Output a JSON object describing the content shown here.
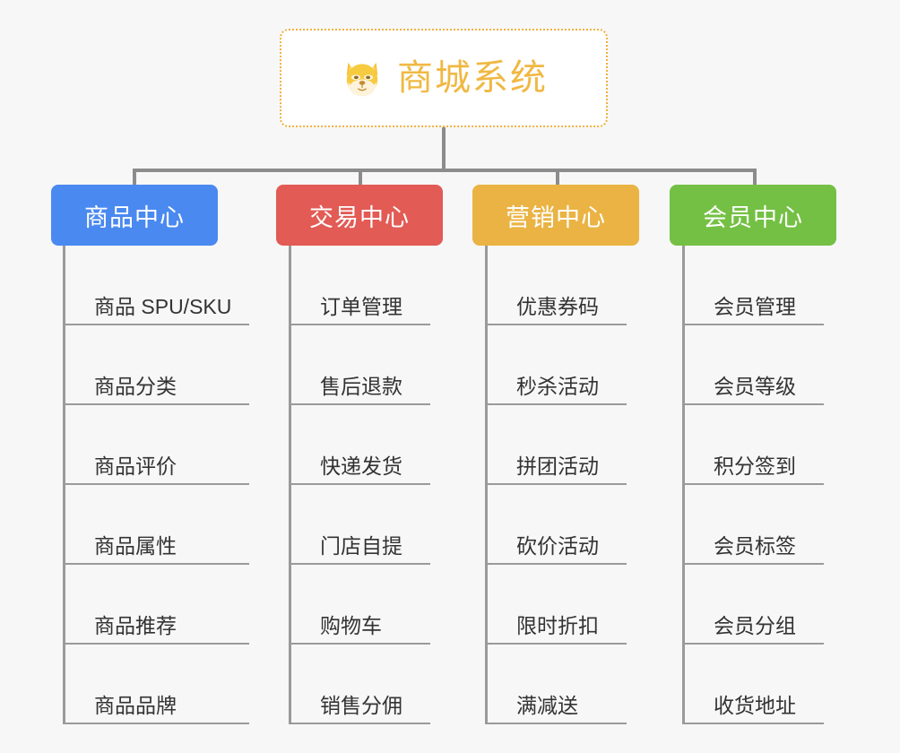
{
  "root": {
    "icon": "dog-face-icon",
    "title": "商城系统",
    "color": "#f0b843",
    "border_color": "#f0b040"
  },
  "connector_color": "#8c8c8c",
  "branches": [
    {
      "name": "product-center",
      "label": "商品中心",
      "color": "#4a89f0",
      "items": [
        {
          "label": "商品 SPU/SKU"
        },
        {
          "label": "商品分类"
        },
        {
          "label": "商品评价"
        },
        {
          "label": "商品属性"
        },
        {
          "label": "商品推荐"
        },
        {
          "label": "商品品牌"
        }
      ]
    },
    {
      "name": "trade-center",
      "label": "交易中心",
      "color": "#e25b55",
      "items": [
        {
          "label": "订单管理"
        },
        {
          "label": "售后退款"
        },
        {
          "label": "快递发货"
        },
        {
          "label": "门店自提"
        },
        {
          "label": "购物车"
        },
        {
          "label": "销售分佣"
        }
      ]
    },
    {
      "name": "marketing-center",
      "label": "营销中心",
      "color": "#eab343",
      "items": [
        {
          "label": "优惠券码"
        },
        {
          "label": "秒杀活动"
        },
        {
          "label": "拼团活动"
        },
        {
          "label": "砍价活动"
        },
        {
          "label": "限时折扣"
        },
        {
          "label": "满减送"
        }
      ]
    },
    {
      "name": "member-center",
      "label": "会员中心",
      "color": "#74c044",
      "items": [
        {
          "label": "会员管理"
        },
        {
          "label": "会员等级"
        },
        {
          "label": "积分签到"
        },
        {
          "label": "会员标签"
        },
        {
          "label": "会员分组"
        },
        {
          "label": "收货地址"
        }
      ]
    }
  ]
}
